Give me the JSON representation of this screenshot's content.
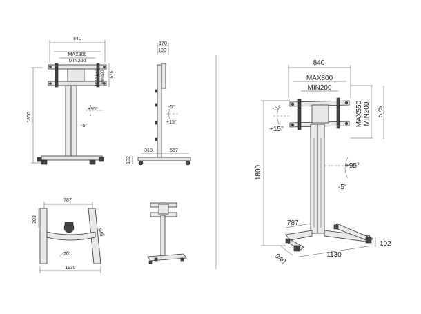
{
  "labels": {
    "front_width": "840",
    "front_max_w": "MAX800",
    "front_min_w": "MIN200",
    "front_max_h": "MAX550",
    "front_min_h": "Min200",
    "front_total_vesa_h": "575",
    "front_height": "1800",
    "front_tilt_up": "+95°",
    "front_tilt_down": "-5°",
    "side_top": "170",
    "side_second": "100",
    "side_tilt_down": "-5°",
    "side_tilt_up": "+15°",
    "side_base_left": "318",
    "side_base_right": "557",
    "side_base_height": "102",
    "top_width": "787",
    "top_depth": "303",
    "top_diag": "940",
    "top_angle": "20°",
    "top_total": "1130",
    "iso_width": "840",
    "iso_max_w": "MAX800",
    "iso_min_w": "MIN200",
    "iso_max_h": "MAX550",
    "iso_min_h": "MIN200",
    "iso_vesa_h": "575",
    "iso_tilt_down": "-5°",
    "iso_tilt_up": "+15°",
    "iso_height": "1800",
    "iso_rot_up": "+95°",
    "iso_rot_down": "-5°",
    "iso_base_w": "787",
    "iso_base_diag": "940",
    "iso_base_total": "1130",
    "iso_base_h": "102"
  }
}
